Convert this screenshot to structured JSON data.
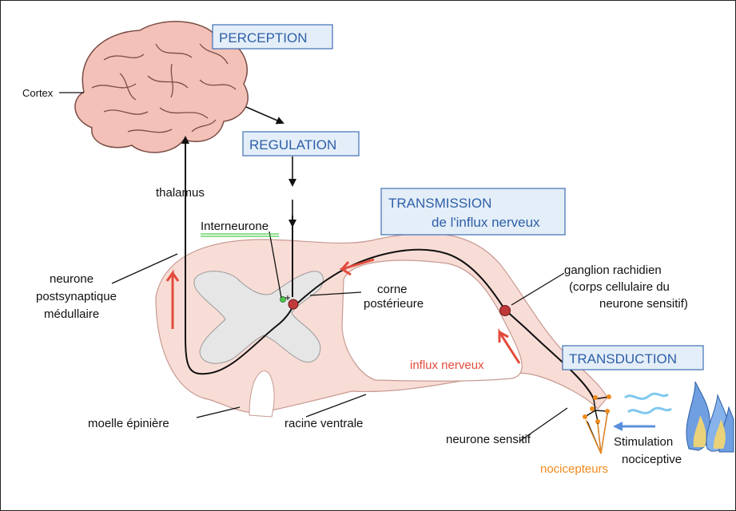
{
  "stages": {
    "perception": "PERCEPTION",
    "regulation": "REGULATION",
    "transmission_line1": "TRANSMISSION",
    "transmission_line2": "de l'influx nerveux",
    "transduction": "TRANSDUCTION"
  },
  "labels": {
    "cortex": "Cortex",
    "thalamus": "thalamus",
    "interneurone": "Interneurone",
    "neurone_post_1": "neurone",
    "neurone_post_2": "postsynaptique",
    "neurone_post_3": "médullaire",
    "corne_1": "corne",
    "corne_2": "postérieure",
    "ganglion_1": "ganglion rachidien",
    "ganglion_2": "(corps cellulaire du",
    "ganglion_3": "neurone sensitif)",
    "influx": "influx nerveux",
    "moelle": "moelle épinière",
    "racine": "racine ventrale",
    "neurone_sensitif": "neurone sensitif",
    "stimulation_1": "Stimulation",
    "stimulation_2": "nociceptive",
    "nocicepteurs": "nocicepteurs"
  },
  "colors": {
    "brain": "#f3c1b8",
    "cord": "#f8ddd6",
    "grey_matter": "#e6e6e6",
    "arrow_red": "#e24b3b",
    "box_text": "#2e5fa8",
    "nociceptor": "#f08a1c",
    "interneurone_dot": "#4cc94c",
    "flame": "#6f9fe0"
  }
}
